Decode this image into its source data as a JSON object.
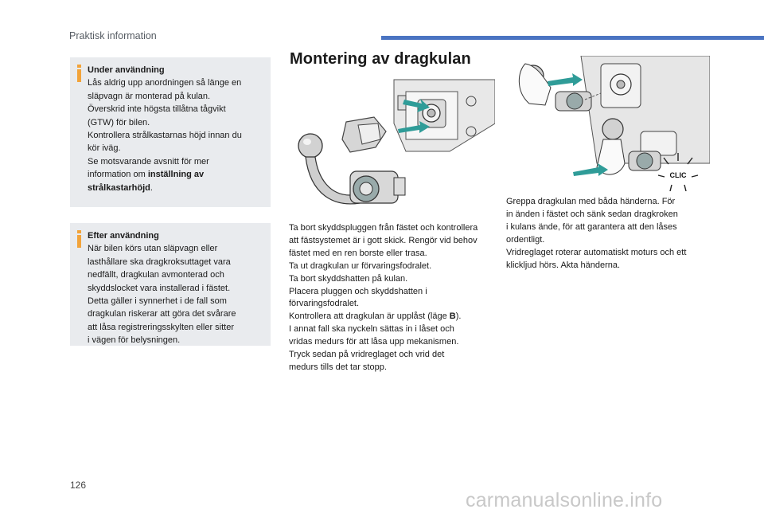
{
  "header": {
    "section_title": "Praktisk information"
  },
  "info_box_1": {
    "title": "Under användning",
    "lines": [
      "Lås aldrig upp anordningen så länge en",
      "släpvagn är monterad på kulan.",
      "Överskrid inte högsta tillåtna tågvikt",
      "(GTW) för bilen.",
      "Kontrollera strålkastarnas höjd innan du",
      "kör iväg.",
      "Se motsvarande avsnitt för mer"
    ],
    "last_line_prefix": "information om ",
    "last_line_bold": "inställning av",
    "bold_tail": "strålkastarhöjd",
    "bold_tail_suffix": "."
  },
  "info_box_2": {
    "title": "Efter användning",
    "lines": [
      "När bilen körs utan släpvagn eller",
      "lasthållare ska dragkroksuttaget vara",
      "nedfällt, dragkulan avmonterad och",
      "skyddslocket vara installerad i fästet.",
      "Detta gäller i synnerhet i de fall som",
      "dragkulan riskerar att göra det svårare",
      "att låsa registreringsskylten eller sitter",
      "i vägen för belysningen."
    ]
  },
  "main": {
    "heading": "Montering av dragkulan",
    "middle_lines": [
      "Ta bort skyddspluggen från fästet och kontrollera",
      "att fästsystemet är i gott skick. Rengör vid behov",
      "fästet med en ren borste eller trasa.",
      "Ta ut dragkulan ur förvaringsfodralet.",
      "Ta bort skyddshatten på kulan.",
      "Placera pluggen och skyddshatten i",
      "förvaringsfodralet."
    ],
    "middle_lock_prefix": "Kontrollera att dragkulan är upplåst (läge ",
    "middle_lock_bold": "B",
    "middle_lock_suffix": ").",
    "middle_tail_lines": [
      "I annat fall ska nyckeln sättas in i låset och",
      "vridas medurs för att låsa upp mekanismen.",
      "Tryck sedan på vridreglaget och vrid det",
      "medurs tills det tar stopp."
    ],
    "right_lines": [
      "Greppa dragkulan med båda händerna. För",
      "in änden i fästet och sänk sedan dragkroken",
      "i kulans ände, för att garantera att den låses",
      "ordentligt.",
      "Vridreglaget roterar automatiskt moturs och ett",
      "klickljud hörs. Akta händerna."
    ],
    "clic_label": "CLIC"
  },
  "footer": {
    "page_number": "126",
    "watermark": "carmanualsonline.info"
  },
  "colors": {
    "accent_bar": "#4a74c2",
    "info_box_bg": "#e9ebee",
    "info_icon": "#f2a33a",
    "arrow": "#2f9c98"
  }
}
